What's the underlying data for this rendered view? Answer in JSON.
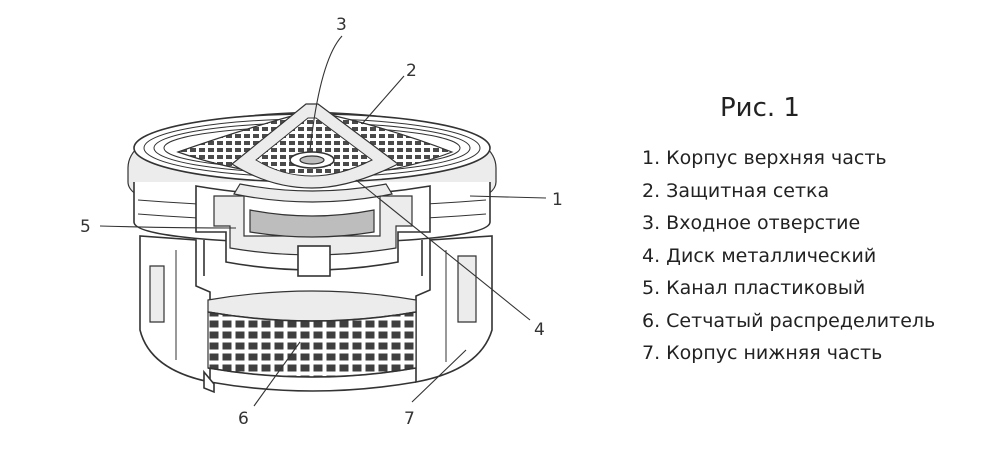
{
  "figure": {
    "title": "Рис. 1",
    "callouts": [
      "1",
      "2",
      "3",
      "4",
      "5",
      "6",
      "7"
    ]
  },
  "legend": {
    "items": [
      "1. Корпус верхняя часть",
      "2. Защитная сетка",
      "3. Входное отверстие",
      "4. Диск металлический",
      "5. Канал пластиковый",
      "6. Сетчатый распределитель",
      "7. Корпус нижняя часть"
    ]
  }
}
